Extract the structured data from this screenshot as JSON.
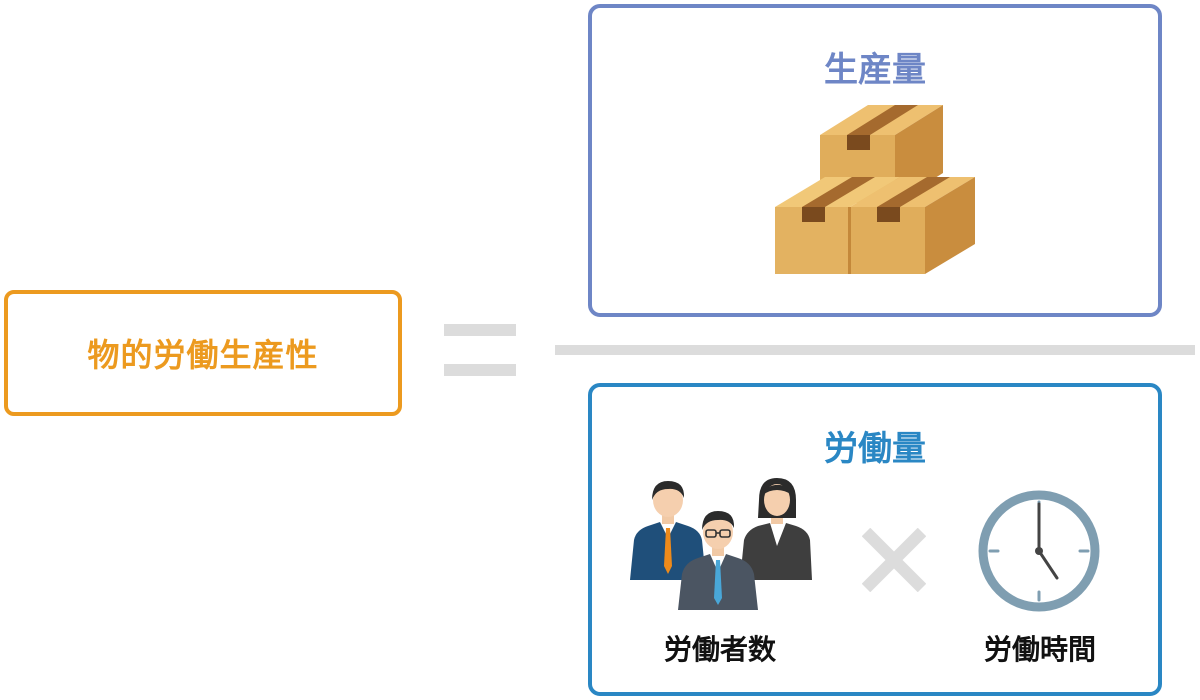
{
  "formula": {
    "lhs": {
      "label": "物的労働生産性",
      "color": "#ec9a1f"
    },
    "numerator": {
      "title": "生産量",
      "color": "#6e86c6",
      "icon": "cardboard-boxes-icon"
    },
    "denominator": {
      "title": "労働量",
      "color": "#2a87c4",
      "factors": [
        {
          "label": "労働者数",
          "icon": "workers-group-icon"
        },
        {
          "label": "労働時間",
          "icon": "clock-icon"
        }
      ],
      "operator_icon": "multiply-icon"
    },
    "equals_icon": "equals-icon"
  }
}
